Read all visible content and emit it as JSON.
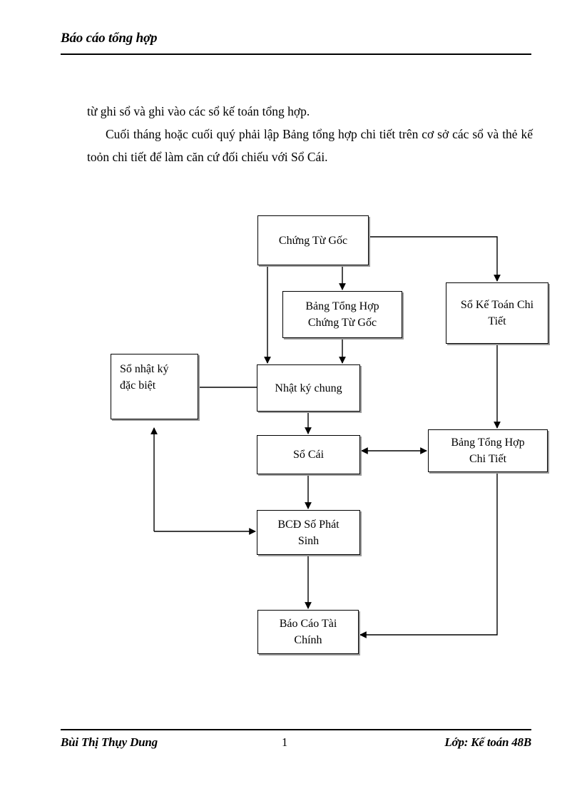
{
  "header": {
    "title": "Báo cáo tổng hợp"
  },
  "body": {
    "paragraphs": [
      "từ ghi sổ và ghi vào các sổ kế toán tổng hợp.",
      "Cuối tháng hoặc cuối quý phải lập Bảng tổng hợp chi tiết trên cơ sở các sổ và thẻ kế toỏn chi tiết để làm căn cứ đối chiếu với Sổ Cái."
    ]
  },
  "diagram": {
    "nodes": {
      "chung_tu_goc": "Chứng Từ Gốc",
      "bang_tong_hop_chung_tu_goc": "Bảng Tổng Hợp\nChứng Từ Gốc",
      "so_ke_toan_chi_tiet": "Sổ Kế Toán Chi\nTiết",
      "so_nhat_ky_dac_biet": "Sổ nhật ký\nđặc biệt",
      "nhat_ky_chung": "Nhật ký chung",
      "so_cai": "Sổ Cái",
      "bang_tong_hop_chi_tiet": "Bảng Tổng Hợp\nChi Tiết",
      "bcd_so_phat_sinh": "BCĐ Số Phát\nSinh",
      "bao_cao_tai_chinh": "Báo Cáo Tài\nChính"
    }
  },
  "footer": {
    "name": "Bùi Thị Thụy Dung",
    "page_number": "1",
    "class": "Lớp: Kế toán 48B"
  }
}
